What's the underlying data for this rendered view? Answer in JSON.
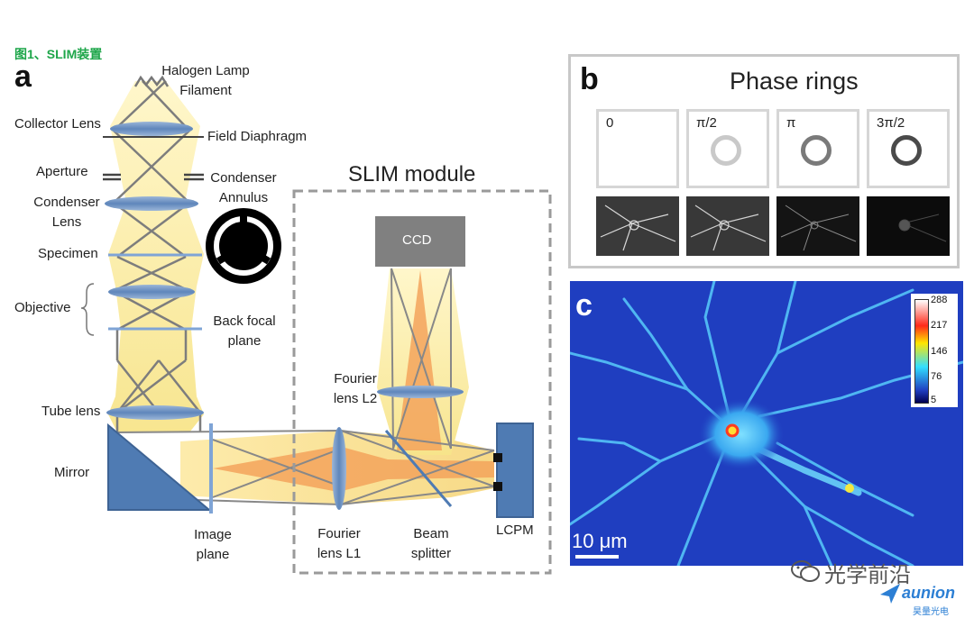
{
  "figure_caption": "图1、SLIM装置",
  "panel_a": {
    "letter": "a",
    "labels": {
      "halogen": "Halogen Lamp Filament",
      "collector": "Collector Lens",
      "field": "Field Diaphragm",
      "aperture": "Aperture",
      "condenser_annulus": "Condenser Annulus",
      "condenser_lens": "Condenser Lens",
      "specimen": "Specimen",
      "objective": "Objective",
      "back_focal": "Back focal plane",
      "tube_lens": "Tube lens",
      "mirror": "Mirror",
      "image_plane": "Image plane",
      "slim_module": "SLIM module",
      "ccd": "CCD",
      "fourier_l2": "Fourier lens L2",
      "fourier_l1": "Fourier lens L1",
      "beam_splitter": "Beam splitter",
      "lcpm": "LCPM"
    }
  },
  "panel_b": {
    "letter": "b",
    "title": "Phase rings",
    "rings": [
      {
        "label": "0",
        "ring_color": "none"
      },
      {
        "label": "π/2",
        "ring_color": "#c9c9c9"
      },
      {
        "label": "π",
        "ring_color": "#7a7a7a"
      },
      {
        "label": "3π/2",
        "ring_color": "#4a4a4a"
      }
    ]
  },
  "panel_c": {
    "letter": "c",
    "colorbar_ticks": [
      "288",
      "217",
      "146",
      "76",
      "5"
    ],
    "scale_bar": "10 μm"
  },
  "watermark": {
    "text": "光学前沿",
    "brand": "aunion",
    "brand_sub": "昊量光电"
  }
}
